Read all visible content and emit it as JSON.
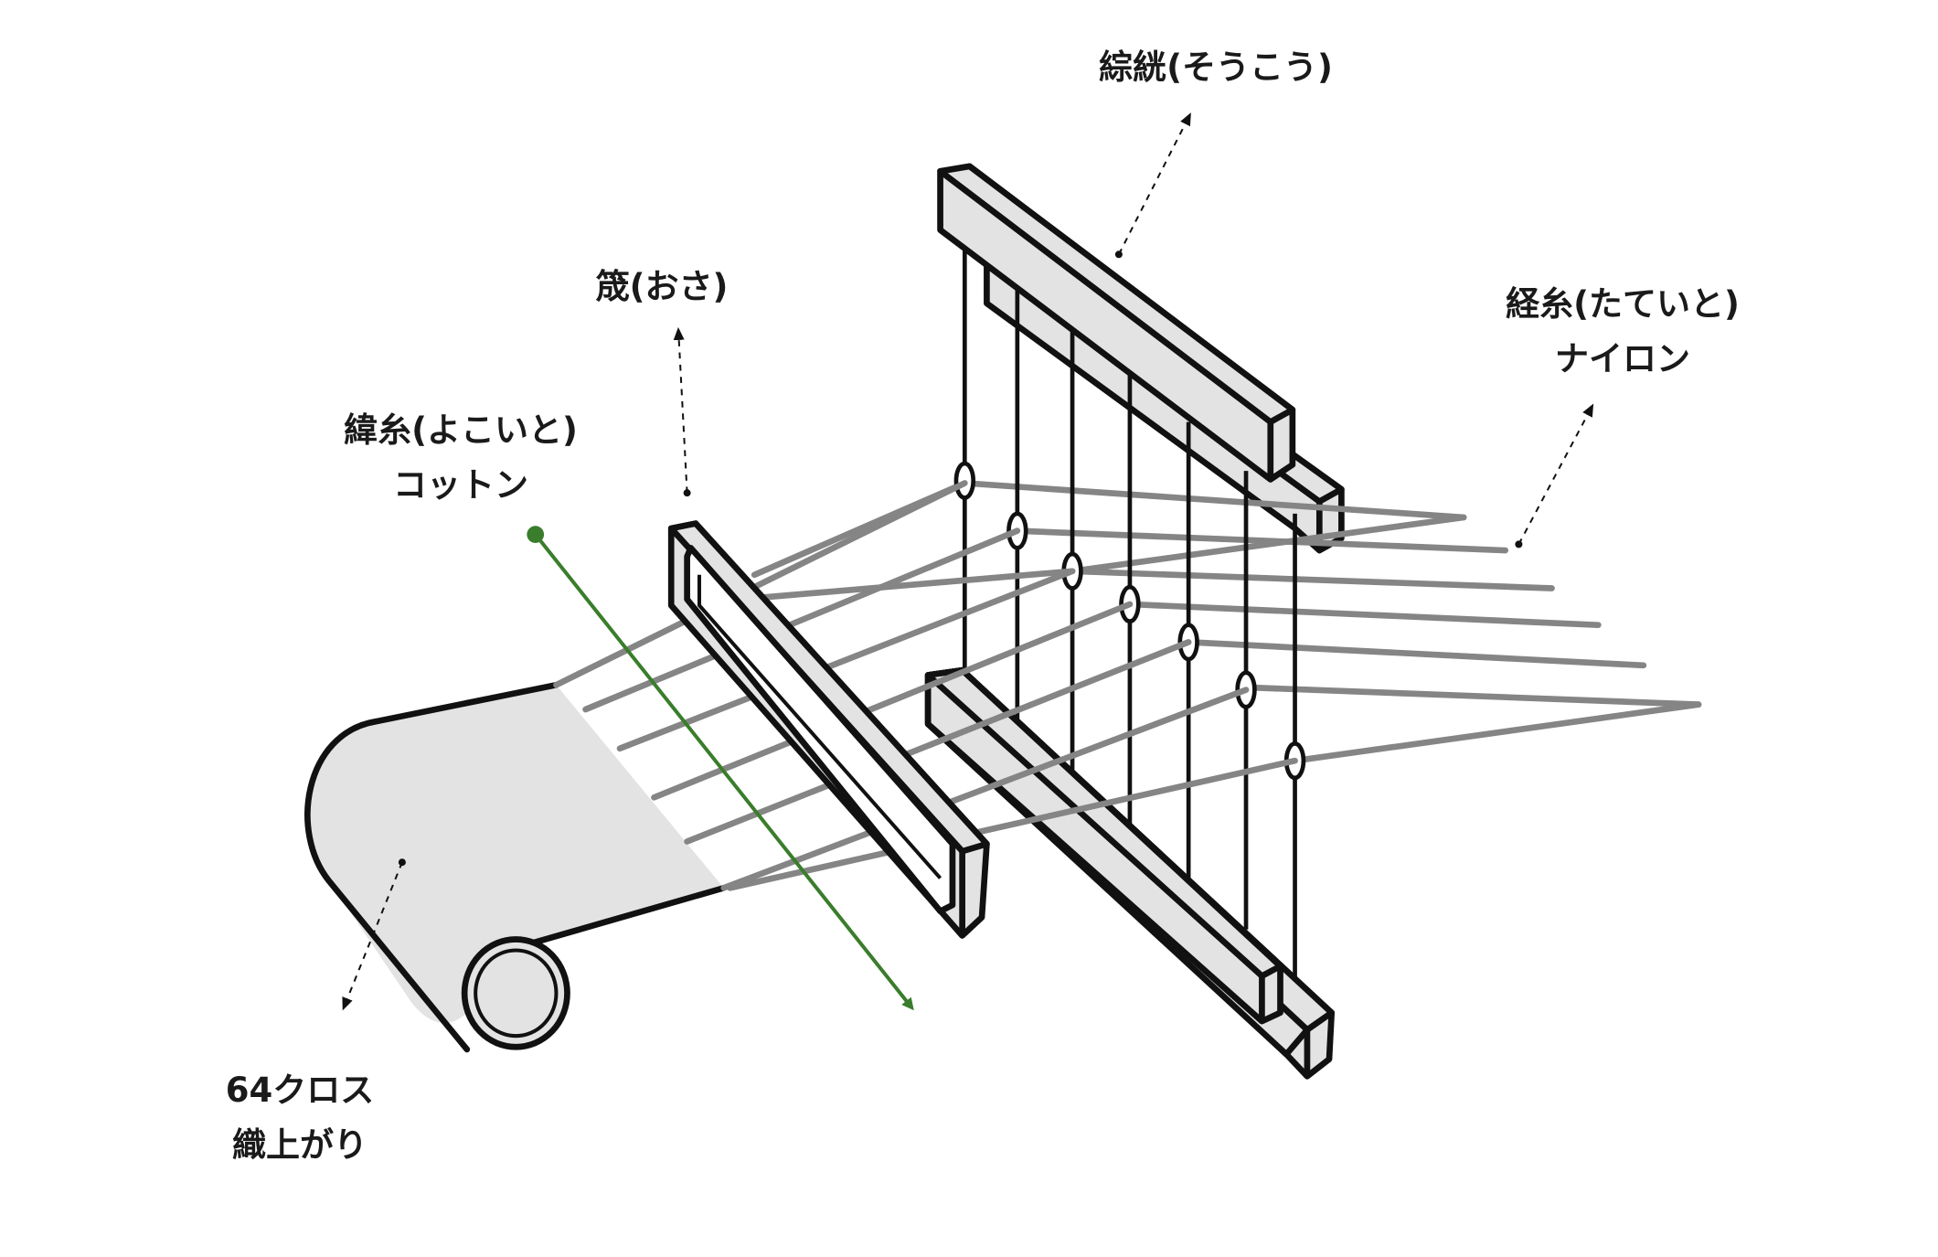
{
  "labels": {
    "heddle": "綜絖(そうこう)",
    "reed": "筬(おさ)",
    "warp_line1": "経糸(たていと)",
    "warp_line2": "ナイロン",
    "weft_line1": "緯糸(よこいと)",
    "weft_line2": "コットン",
    "cloth_line1": "64クロス",
    "cloth_line2": "織上がり"
  },
  "colors": {
    "outline": "#111111",
    "frame_fill": "#e3e3e3",
    "warp_thread": "#858585",
    "weft_arrow": "#3a7d2c",
    "label_text": "#1a1a1a"
  }
}
